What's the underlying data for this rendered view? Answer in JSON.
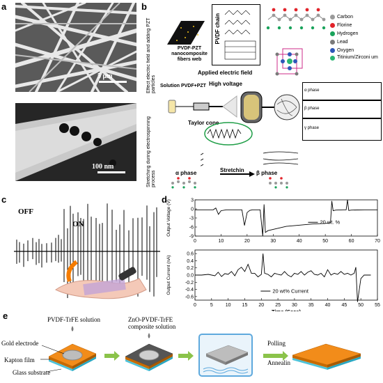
{
  "panels": {
    "a": {
      "letter": "a",
      "sem_scale": "5 μm",
      "tem_scale": "100 nm"
    },
    "b": {
      "letter": "b",
      "side_top": "Effect electric field and adding PZT particles",
      "side_bottom": "Stretching during electrospinning process",
      "web_label": "PVDF-PZT nanocomposite fibers web",
      "chain_label": "PVDF chain",
      "applied_field": "Applied electric field",
      "high_voltage": "High voltage",
      "solution_label": "Solution PVDF+PZT",
      "taylor_cone": "Taylor cone",
      "alpha_phase": "α phase",
      "beta_phase": "β phase",
      "stretching": "Stretchin",
      "phase_boxes": [
        "α phase",
        "β phase",
        "γ phase"
      ],
      "legend": [
        {
          "label": "Carbon",
          "color": "#9a9a9a"
        },
        {
          "label": "Florine",
          "color": "#e2232a"
        },
        {
          "label": "Hydrogen",
          "color": "#19a35b"
        },
        {
          "label": "Lead",
          "color": "#7a7a7a"
        },
        {
          "label": "Oxygen",
          "color": "#2e57b8"
        },
        {
          "label": "Titinium/Zirconi um",
          "color": "#2bb673"
        }
      ]
    },
    "c": {
      "letter": "c",
      "off": "OFF",
      "on": "ON"
    },
    "d": {
      "letter": "d"
    },
    "e": {
      "letter": "e",
      "gold_electrode": "Gold electrode",
      "kapton": "Kapton film",
      "glass": "Glass substrate",
      "pvdf_solution": "PVDF-TrFE solution",
      "zno_solution": "ZnO-PVDF-TrFE composite solution",
      "polling": "Polling",
      "annealing": "Annealin"
    }
  },
  "chart_data": [
    {
      "type": "line",
      "ylabel": "Output Voltage (V)",
      "xlim": [
        0,
        70
      ],
      "ylim": [
        -9,
        3
      ],
      "xticks": [
        0,
        10,
        20,
        30,
        40,
        50,
        60,
        70
      ],
      "yticks": [
        3,
        0,
        -3,
        -6,
        -9
      ],
      "series": [
        {
          "name": "20 wt. %",
          "x": [
            0,
            5,
            7,
            8,
            9,
            10,
            12,
            18,
            19,
            20,
            21,
            22,
            25,
            26,
            26.5,
            27,
            28,
            35,
            45,
            50,
            52,
            52.5,
            53,
            54,
            57,
            58,
            58.5,
            59,
            60,
            65,
            70
          ],
          "y": [
            -0.3,
            -0.3,
            -0.3,
            0.3,
            -1.8,
            -0.6,
            -0.3,
            -0.3,
            -5.5,
            -1.2,
            -0.5,
            -0.3,
            -0.3,
            -9,
            1.5,
            -7.8,
            -7.2,
            -5.8,
            -5,
            -4.8,
            -4.6,
            2.6,
            -0.6,
            -0.4,
            -0.3,
            -0.3,
            3,
            -0.5,
            -0.4,
            -0.3,
            -0.3
          ]
        }
      ]
    },
    {
      "type": "line",
      "xlabel": "Time (Secs)",
      "ylabel": "Output Current (nA)",
      "xlim": [
        0,
        55
      ],
      "ylim": [
        -0.7,
        0.7
      ],
      "xticks": [
        0,
        5,
        10,
        15,
        20,
        25,
        30,
        35,
        40,
        45,
        50,
        55
      ],
      "yticks": [
        0.6,
        0.4,
        0.2,
        0.0,
        -0.2,
        -0.4,
        -0.6
      ],
      "series": [
        {
          "name": "20 wt% Current",
          "x": [
            0,
            2,
            4,
            6,
            7,
            8,
            9,
            10,
            11,
            12,
            13,
            14,
            15,
            16,
            17,
            18,
            19,
            20,
            20.5,
            21,
            22,
            23,
            24,
            25,
            26,
            27,
            28,
            29,
            30,
            31,
            32,
            33,
            34,
            35,
            36,
            37,
            38,
            39,
            40,
            41,
            42,
            43,
            44,
            45,
            46,
            47,
            48,
            48.5,
            49,
            50,
            51,
            52,
            53
          ],
          "y": [
            0,
            0,
            0.02,
            -0.02,
            0.08,
            -0.04,
            0.04,
            0.02,
            0.1,
            -0.02,
            0.15,
            0.22,
            0.1,
            0.3,
            0.05,
            0.05,
            -0.05,
            0.02,
            0.6,
            0.05,
            0.02,
            -0.05,
            0.05,
            0.02,
            0.0,
            0.1,
            0.0,
            -0.05,
            0.05,
            0.02,
            0.1,
            0.0,
            0.08,
            0.12,
            0.02,
            0.0,
            0.05,
            -0.05,
            0.15,
            0.0,
            0.05,
            0.02,
            0.1,
            0.02,
            0.05,
            0.0,
            0.05,
            0.22,
            -0.75,
            -0.1,
            0.0,
            0.0,
            0.0
          ]
        }
      ]
    }
  ]
}
